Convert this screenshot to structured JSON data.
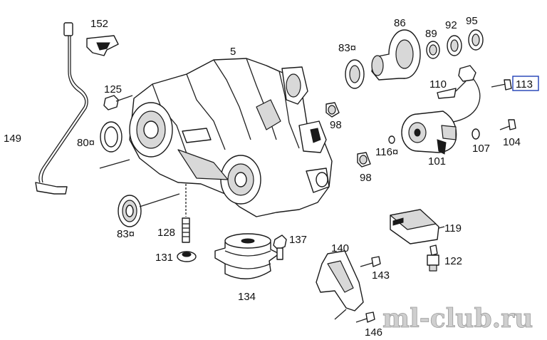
{
  "diagram": {
    "callouts": [
      {
        "id": "c152",
        "text": "152"
      },
      {
        "id": "c149",
        "text": "149"
      },
      {
        "id": "c125",
        "text": "125"
      },
      {
        "id": "c80",
        "text": "80¤"
      },
      {
        "id": "c5",
        "text": "5"
      },
      {
        "id": "c83a",
        "text": "83¤"
      },
      {
        "id": "c86",
        "text": "86"
      },
      {
        "id": "c89",
        "text": "89"
      },
      {
        "id": "c92",
        "text": "92"
      },
      {
        "id": "c95",
        "text": "95"
      },
      {
        "id": "c113",
        "text": "113"
      },
      {
        "id": "c110",
        "text": "110"
      },
      {
        "id": "c98a",
        "text": "98"
      },
      {
        "id": "c116",
        "text": "116¤"
      },
      {
        "id": "c107",
        "text": "107"
      },
      {
        "id": "c104",
        "text": "104"
      },
      {
        "id": "c101",
        "text": "101"
      },
      {
        "id": "c98b",
        "text": "98"
      },
      {
        "id": "c83b",
        "text": "83¤"
      },
      {
        "id": "c128",
        "text": "128"
      },
      {
        "id": "c131",
        "text": "131"
      },
      {
        "id": "c137",
        "text": "137"
      },
      {
        "id": "c134",
        "text": "134"
      },
      {
        "id": "c140",
        "text": "140"
      },
      {
        "id": "c143",
        "text": "143"
      },
      {
        "id": "c146",
        "text": "146"
      },
      {
        "id": "c119",
        "text": "119"
      },
      {
        "id": "c122",
        "text": "122"
      }
    ],
    "highlighted_callout": "113",
    "watermark": "ml-club.ru"
  }
}
